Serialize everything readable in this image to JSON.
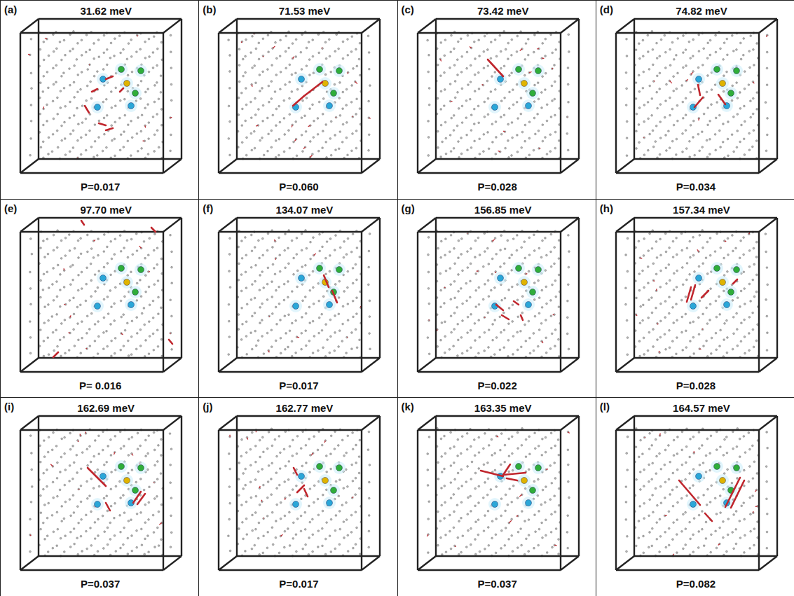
{
  "diagram": {
    "nodes": [
      {
        "text": [
          "(a)",
          "31.62 meV",
          "P=0.017"
        ]
      },
      {
        "text": [
          "(b)",
          "71.53 meV",
          "P=0.060"
        ]
      },
      {
        "text": [
          "(c)",
          "73.42 meV",
          "P=0.028"
        ]
      },
      {
        "text": [
          "(d)",
          "74.82 meV",
          "P=0.034"
        ]
      },
      {
        "text": [
          "(e)",
          "97.70 meV",
          "P= 0.016"
        ]
      },
      {
        "text": [
          "(f)",
          "134.07 meV",
          "P=0.017"
        ]
      },
      {
        "text": [
          "(g)",
          "156.85 meV",
          "P=0.022"
        ]
      },
      {
        "text": [
          "(h)",
          "157.34 meV",
          "P=0.028"
        ]
      },
      {
        "text": [
          "(i)",
          "162.69 meV",
          "P=0.037"
        ]
      },
      {
        "text": [
          "(j)",
          "162.77 meV",
          "P=0.017"
        ]
      },
      {
        "text": [
          "(k)",
          "163.35 meV",
          "P=0.037"
        ]
      },
      {
        "text": [
          "(l)",
          "164.57 meV",
          "P=0.082"
        ]
      }
    ]
  }
}
